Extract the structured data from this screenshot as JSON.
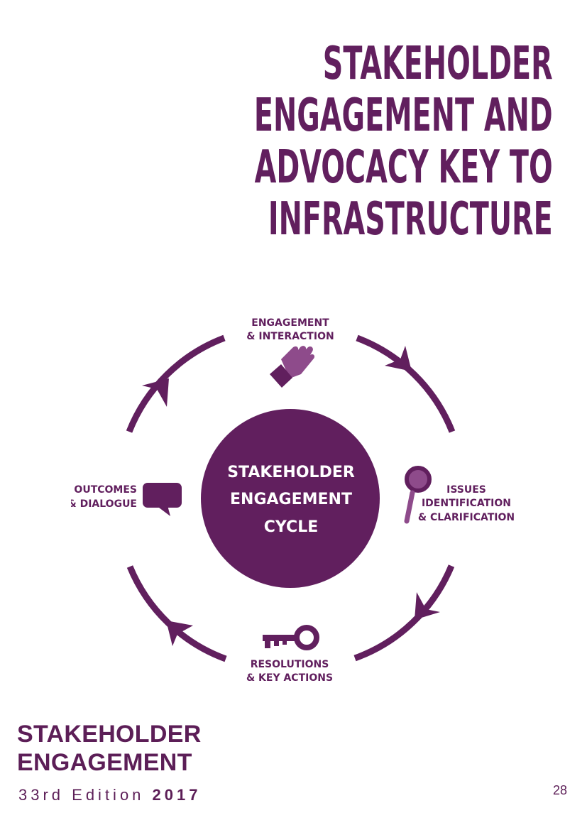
{
  "headline": [
    "STAKEHOLDER",
    "ENGAGEMENT AND",
    "ADVOCACY KEY TO",
    "INFRASTRUCTURE"
  ],
  "cycle": {
    "center": [
      "STAKEHOLDER",
      "ENGAGEMENT",
      "CYCLE"
    ],
    "top_label": [
      "ENGAGEMENT",
      "& INTERACTION"
    ],
    "right_label": [
      "ISSUES",
      "IDENTIFICATION",
      "& CLARIFICATION"
    ],
    "bottom_label": [
      "RESOLUTIONS",
      "& KEY ACTIONS"
    ],
    "left_label": [
      "OUTCOMES",
      "& DIALOGUE"
    ],
    "icons": [
      "hand-icon",
      "magnifier-icon",
      "key-icon",
      "speech-bubble-icon"
    ]
  },
  "footer": {
    "title_line1": "STAKEHOLDER",
    "title_line2": "ENGAGEMENT",
    "edition_prefix": "33rd Edition",
    "edition_year": "2017",
    "page_number": "28"
  },
  "colors": {
    "primary": "#611f5e",
    "icon_light": "#8e4b8b"
  }
}
